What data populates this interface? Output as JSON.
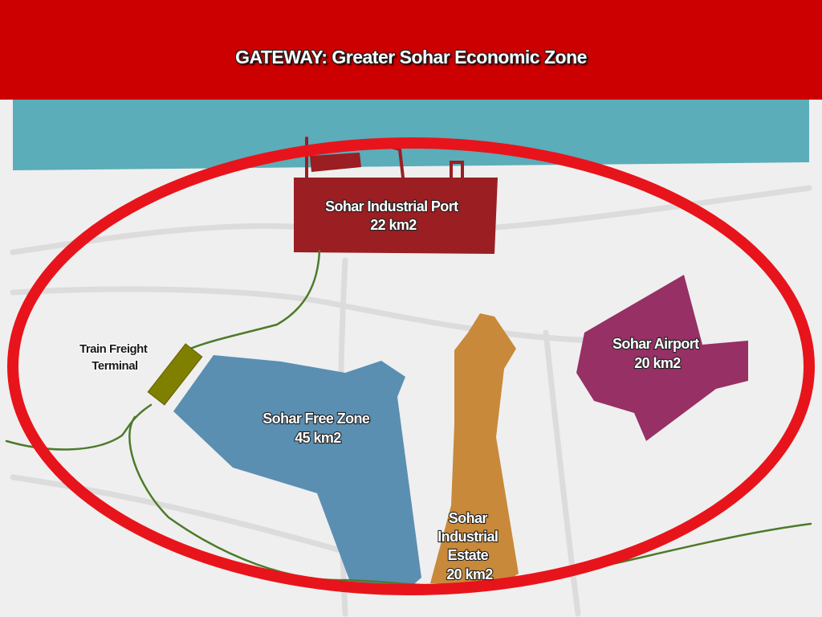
{
  "title": "GATEWAY: Greater Sohar Economic Zone",
  "colors": {
    "header": "#cc0000",
    "sea": "#5aadb9",
    "land": "#efefef",
    "roads": "#dcdcdc",
    "ellipse": "#e8141b",
    "rail": "#4e7a2a",
    "port": "#9a1e22",
    "free_zone": "#5a8fb2",
    "industrial_estate": "#c8893a",
    "airport": "#963065",
    "train_terminal": "#808000"
  },
  "zones": {
    "port": {
      "line1": "Sohar Industrial Port",
      "line2": "22 km2"
    },
    "free_zone": {
      "line1": "Sohar Free Zone",
      "line2": "45 km2"
    },
    "airport": {
      "line1": "Sohar Airport",
      "line2": "20 km2"
    },
    "industrial_estate": {
      "line1": "Sohar",
      "line2": "Industrial",
      "line3": "Estate",
      "line4": "20 km2"
    },
    "train_terminal": {
      "line1": "Train Freight",
      "line2": "Terminal"
    }
  }
}
